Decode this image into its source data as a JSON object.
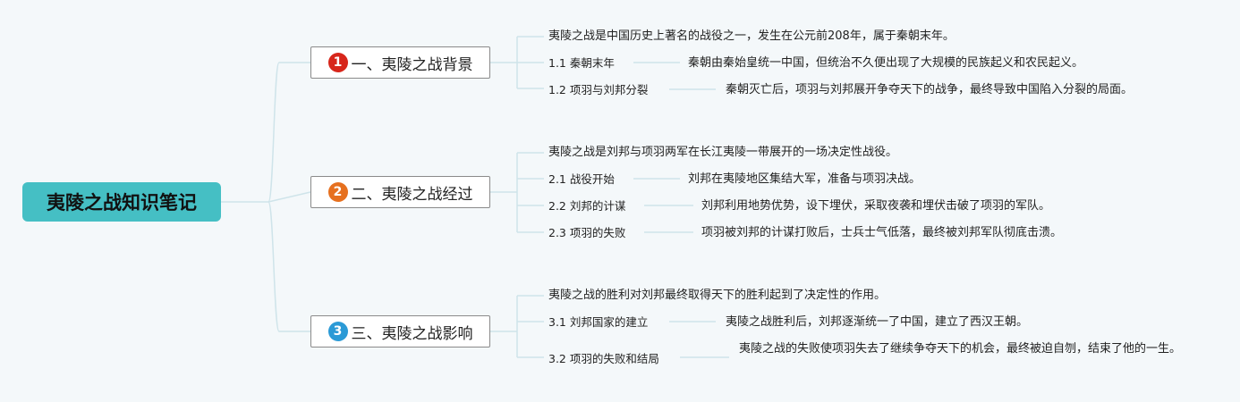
{
  "colors": {
    "root_bg": "#45bfc4",
    "connector": "#cfe4ea",
    "badge_1": "#d7261b",
    "badge_2": "#e6701f",
    "badge_3": "#2b9ad6"
  },
  "root": {
    "title": "夷陵之战知识笔记"
  },
  "branches": [
    {
      "badge": "1",
      "title": "一、夷陵之战背景",
      "summary": "夷陵之战是中国历史上著名的战役之一，发生在公元前208年，属于秦朝末年。",
      "items": [
        {
          "label": "1.1 秦朝末年",
          "detail": "秦朝由秦始皇统一中国，但统治不久便出现了大规模的民族起义和农民起义。"
        },
        {
          "label": "1.2 项羽与刘邦分裂",
          "detail": "秦朝灭亡后，项羽与刘邦展开争夺天下的战争，最终导致中国陷入分裂的局面。"
        }
      ]
    },
    {
      "badge": "2",
      "title": "二、夷陵之战经过",
      "summary": "夷陵之战是刘邦与项羽两军在长江夷陵一带展开的一场决定性战役。",
      "items": [
        {
          "label": "2.1 战役开始",
          "detail": "刘邦在夷陵地区集结大军，准备与项羽决战。"
        },
        {
          "label": "2.2 刘邦的计谋",
          "detail": "刘邦利用地势优势，设下埋伏，采取夜袭和埋伏击破了项羽的军队。"
        },
        {
          "label": "2.3 项羽的失败",
          "detail": "项羽被刘邦的计谋打败后，士兵士气低落，最终被刘邦军队彻底击溃。"
        }
      ]
    },
    {
      "badge": "3",
      "title": "三、夷陵之战影响",
      "summary": "夷陵之战的胜利对刘邦最终取得天下的胜利起到了决定性的作用。",
      "items": [
        {
          "label": "3.1 刘邦国家的建立",
          "detail": "夷陵之战胜利后，刘邦逐渐统一了中国，建立了西汉王朝。"
        },
        {
          "label": "3.2 项羽的失败和结局",
          "detail": "夷陵之战的失败使项羽失去了继续争夺天下的机会，最终被迫自刎，结束了他的一生。"
        }
      ]
    }
  ]
}
